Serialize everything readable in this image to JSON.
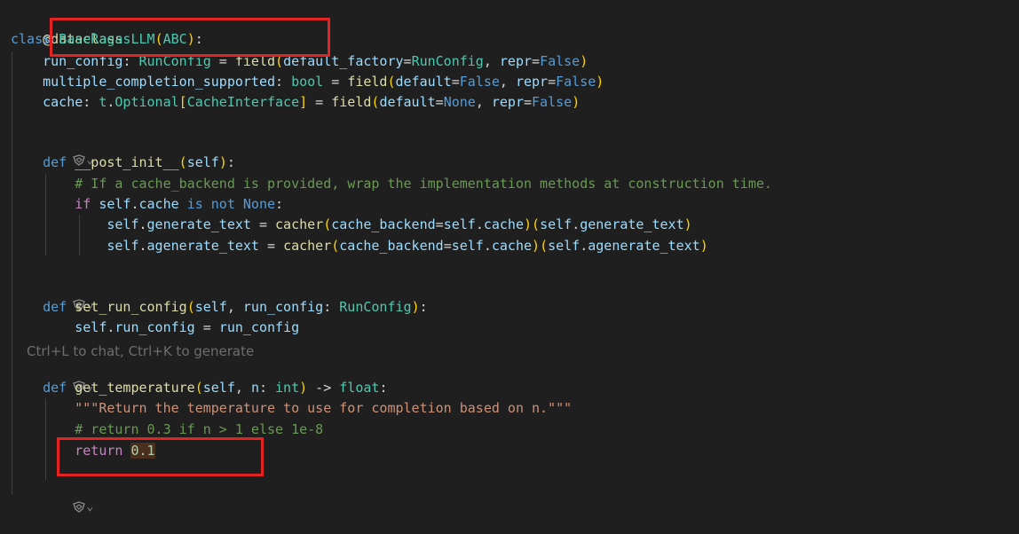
{
  "colors": {
    "background": "#1f1f1f",
    "keyword": "#569cd6",
    "class_name": "#4ec9b0",
    "variable": "#9cdcfe",
    "function": "#dcdcaa",
    "comment": "#6a9955",
    "string": "#ce9178",
    "number": "#b5cea8",
    "highlight_box": "#e52222"
  },
  "code": {
    "l1": {
      "decorator": "@dataclass"
    },
    "l2": {
      "kw": "class",
      "name": "BaseRagasLLM",
      "lp": "(",
      "base": "ABC",
      "rp": ")",
      "colon": ":"
    },
    "l3": {
      "attr": "run_config",
      "colon": ":",
      "type": "RunConfig",
      "eq": " = ",
      "fn": "field",
      "lp": "(",
      "k1": "default_factory",
      "e1": "=",
      "v1": "RunConfig",
      "c1": ", ",
      "k2": "repr",
      "e2": "=",
      "v2": "False",
      "rp": ")"
    },
    "l4": {
      "attr": "multiple_completion_supported",
      "colon": ":",
      "type": "bool",
      "eq": " = ",
      "fn": "field",
      "lp": "(",
      "k1": "default",
      "e1": "=",
      "v1": "False",
      "c1": ", ",
      "k2": "repr",
      "e2": "=",
      "v2": "False",
      "rp": ")"
    },
    "l5": {
      "attr": "cache",
      "colon": ":",
      "mod": "t",
      "dot": ".",
      "type": "Optional",
      "lb": "[",
      "inner": "CacheInterface",
      "rb": "]",
      "eq": " = ",
      "fn": "field",
      "lp": "(",
      "k1": "default",
      "e1": "=",
      "v1": "None",
      "c1": ", ",
      "k2": "repr",
      "e2": "=",
      "v2": "False",
      "rp": ")"
    },
    "l6": {
      "kw": "def",
      "name": "__post_init__",
      "lp": "(",
      "self": "self",
      "rp": ")",
      "colon": ":"
    },
    "l7": {
      "comment": "# If a cache_backend is provided, wrap the implementation methods at construction time."
    },
    "l8": {
      "kw": "if",
      "self": "self",
      "dot": ".",
      "attr": "cache",
      "is": "is",
      "not": "not",
      "none": "None",
      "colon": ":"
    },
    "l9": {
      "self": "self",
      "dot": ".",
      "attr": "generate_text",
      "eq": " = ",
      "fn": "cacher",
      "lp": "(",
      "k": "cache_backend",
      "e": "=",
      "s2": "self",
      "d2": ".",
      "a2": "cache",
      "rp": ")",
      "lp2": "(",
      "s3": "self",
      "d3": ".",
      "a3": "generate_text",
      "rp2": ")"
    },
    "l10": {
      "self": "self",
      "dot": ".",
      "attr": "agenerate_text",
      "eq": " = ",
      "fn": "cacher",
      "lp": "(",
      "k": "cache_backend",
      "e": "=",
      "s2": "self",
      "d2": ".",
      "a2": "cache",
      "rp": ")",
      "lp2": "(",
      "s3": "self",
      "d3": ".",
      "a3": "agenerate_text",
      "rp2": ")"
    },
    "l11": {
      "kw": "def",
      "name": "set_run_config",
      "lp": "(",
      "self": "self",
      "c": ", ",
      "p": "run_config",
      "colon1": ": ",
      "type": "RunConfig",
      "rp": ")",
      "colon": ":"
    },
    "l12": {
      "self": "self",
      "dot": ".",
      "attr": "run_config",
      "eq": " = ",
      "val": "run_config"
    },
    "l13": {
      "kw": "def",
      "name": "get_temperature",
      "lp": "(",
      "self": "self",
      "c": ", ",
      "p": "n",
      "colon1": ": ",
      "type": "int",
      "rp": ")",
      "arrow": " -> ",
      "ret": "float",
      "colon": ":"
    },
    "l14": {
      "docstring": "\"\"\"Return the temperature to use for completion based on n.\"\"\""
    },
    "l15": {
      "comment": "# return 0.3 if n > 1 else 1e-8"
    },
    "l16": {
      "kw": "return",
      "num": "0.1"
    }
  },
  "hint": "Ctrl+L to chat, Ctrl+K to generate",
  "codelens": {
    "chevron": "⌄"
  }
}
